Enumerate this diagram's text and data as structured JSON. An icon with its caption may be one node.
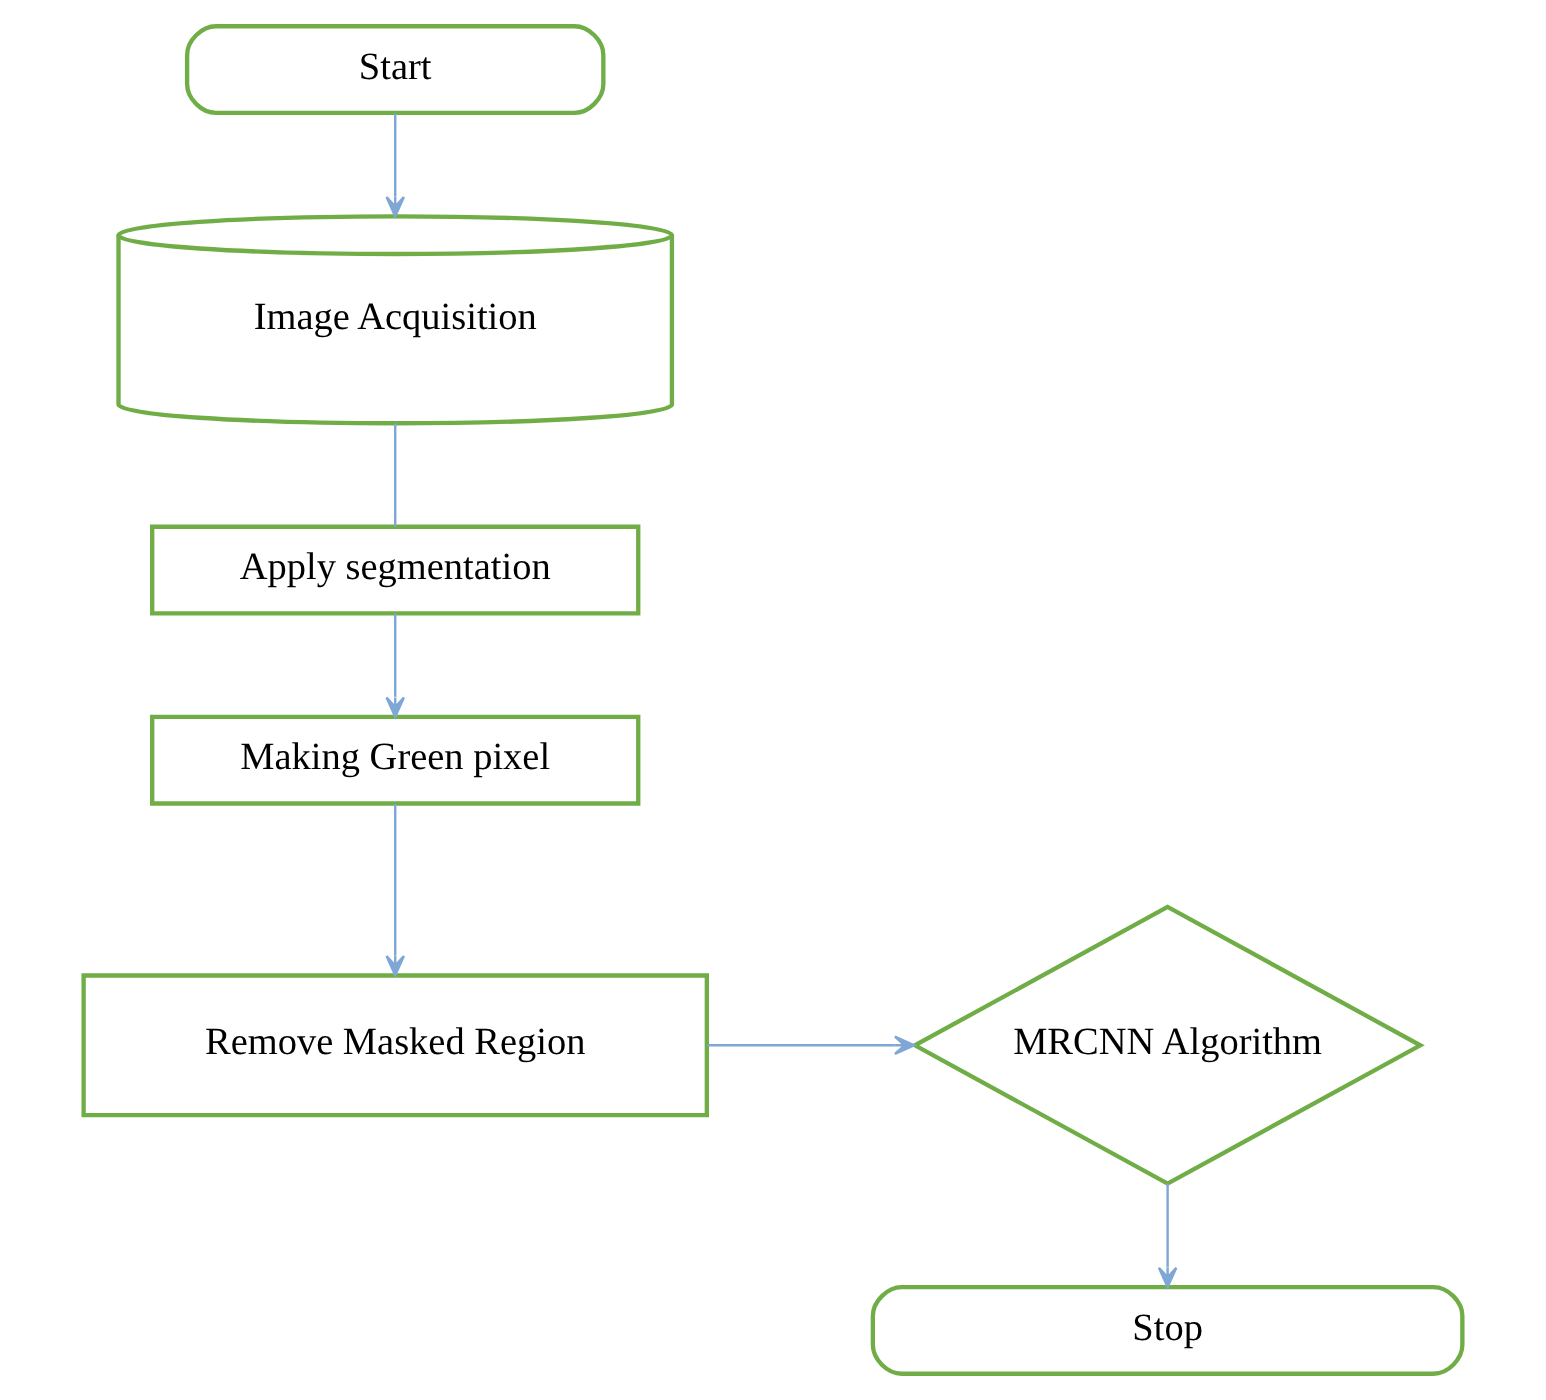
{
  "diagram": {
    "nodes": [
      {
        "text": [
          "Start"
        ]
      },
      {
        "text": [
          "Image Acquisition"
        ]
      },
      {
        "text": [
          "Apply segmentation"
        ]
      },
      {
        "text": [
          "Making Green pixel"
        ]
      },
      {
        "text": [
          "Remove Masked Region"
        ]
      },
      {
        "text": [
          "MRCNN Algorithm"
        ]
      },
      {
        "text": [
          "Stop"
        ]
      }
    ],
    "edges": [
      {
        "from": 0,
        "to": 1,
        "arrow": "to"
      },
      {
        "from": 1,
        "to": 2,
        "arrow": "none"
      },
      {
        "from": 2,
        "to": 3,
        "arrow": "to"
      },
      {
        "from": 3,
        "to": 4,
        "arrow": "to"
      },
      {
        "from": 4,
        "to": 5,
        "arrow": "to"
      },
      {
        "from": 5,
        "to": 6,
        "arrow": "to"
      }
    ]
  }
}
